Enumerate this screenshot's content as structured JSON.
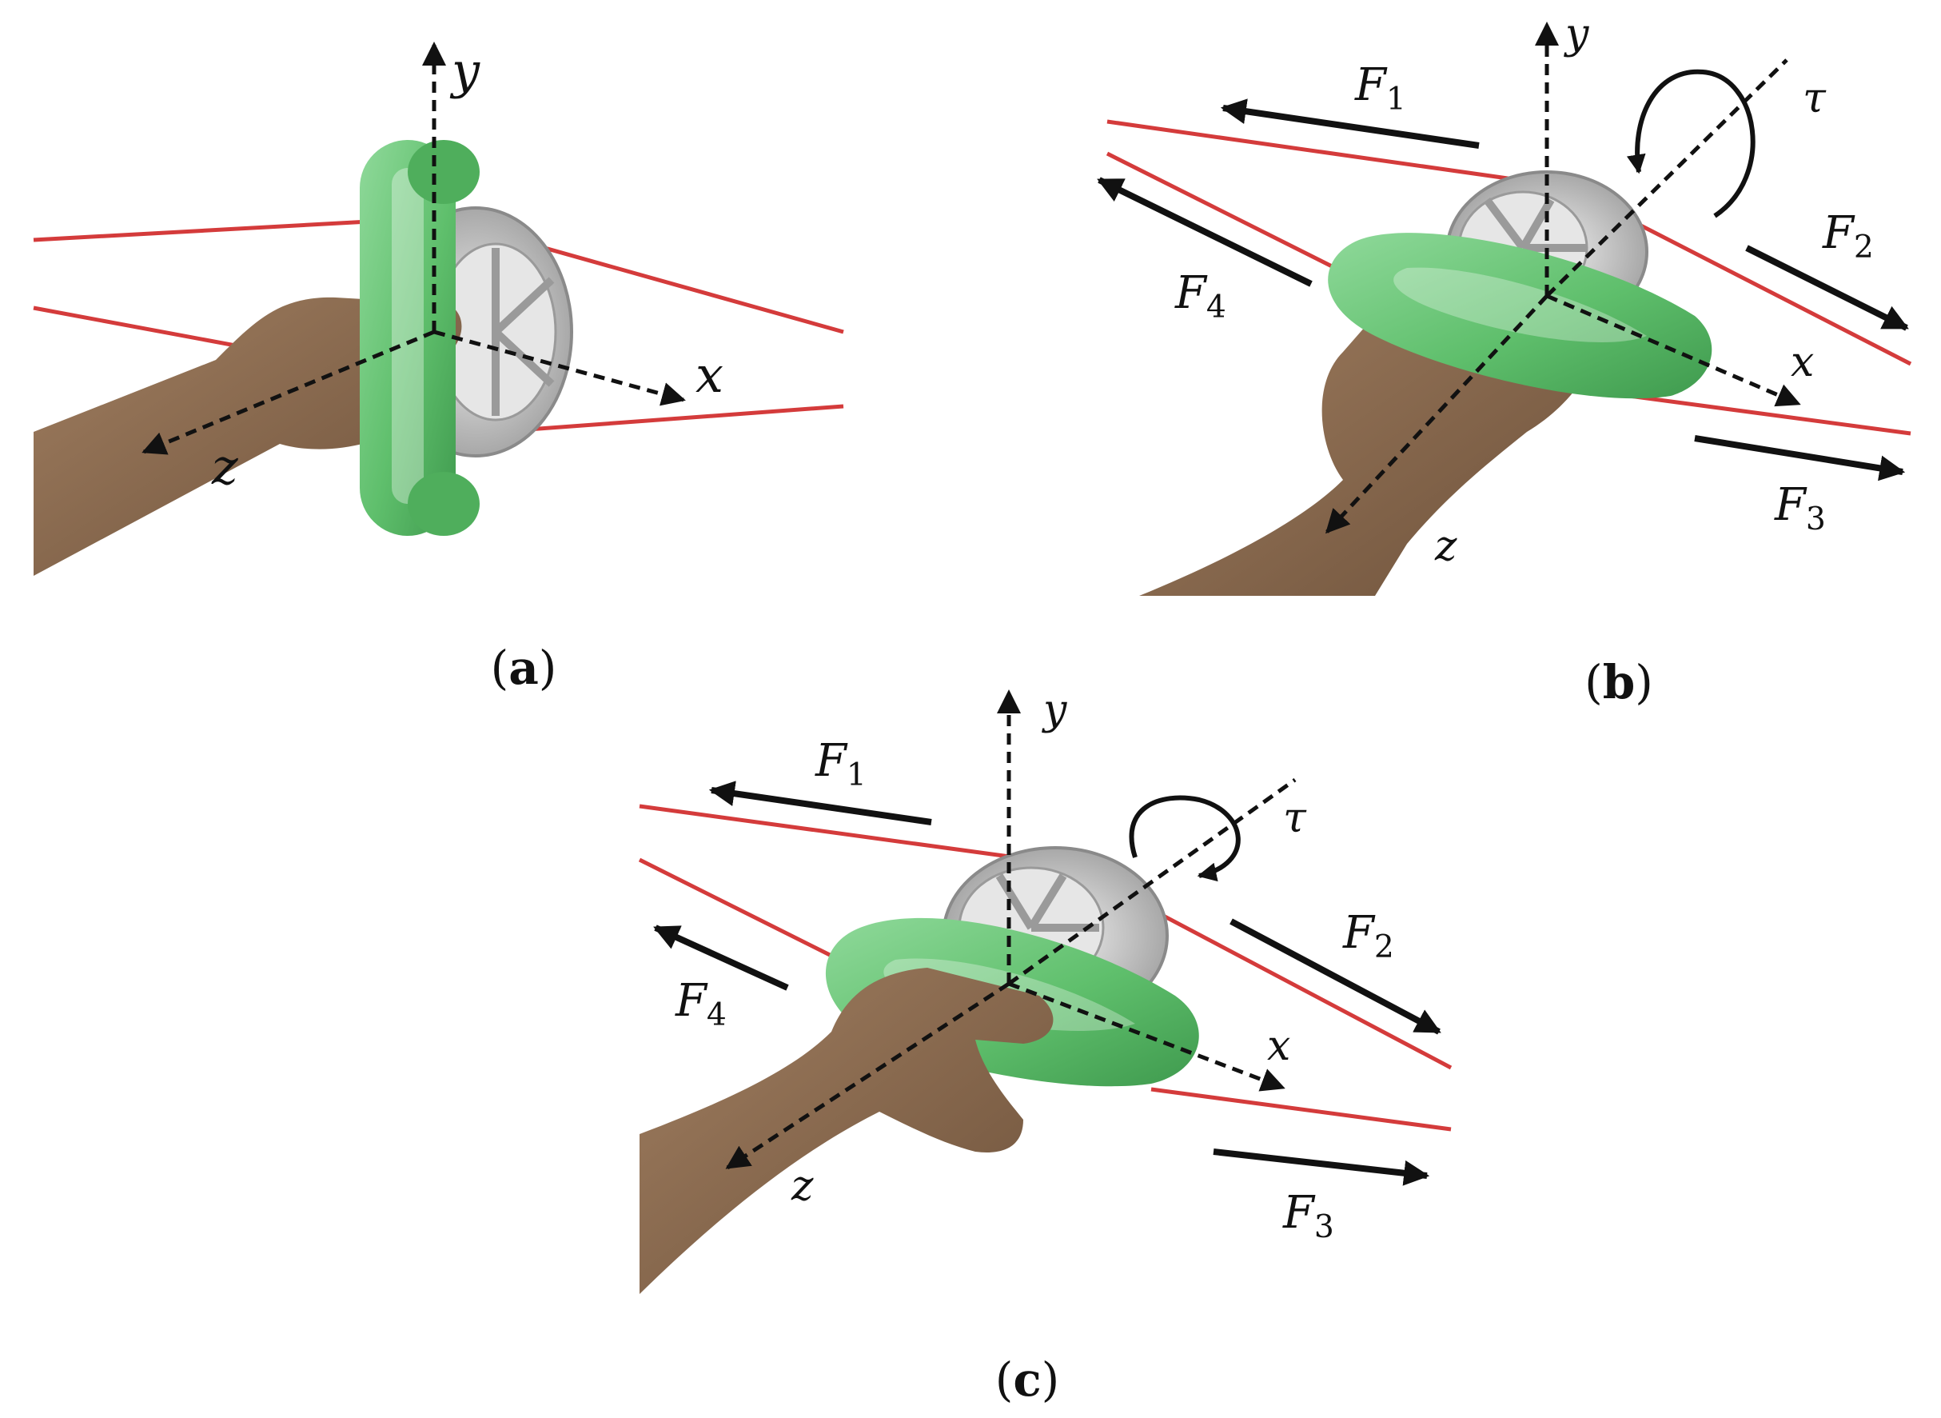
{
  "panels": [
    {
      "caption": {
        "open": "(",
        "letter": "a",
        "close": ")"
      },
      "axes": {
        "x": "x",
        "y": "y",
        "z": "z"
      }
    },
    {
      "caption": {
        "open": "(",
        "letter": "b",
        "close": ")"
      },
      "axes": {
        "x": "x",
        "y": "y",
        "z": "z"
      },
      "torque": "τ",
      "forces": [
        {
          "base": "F",
          "sub": "1"
        },
        {
          "base": "F",
          "sub": "2"
        },
        {
          "base": "F",
          "sub": "3"
        },
        {
          "base": "F",
          "sub": "4"
        }
      ]
    },
    {
      "caption": {
        "open": "(",
        "letter": "c",
        "close": ")"
      },
      "axes": {
        "x": "x",
        "y": "y",
        "z": "z"
      },
      "torque": "τ",
      "forces": [
        {
          "base": "F",
          "sub": "1"
        },
        {
          "base": "F",
          "sub": "2"
        },
        {
          "base": "F",
          "sub": "3"
        },
        {
          "base": "F",
          "sub": "4"
        }
      ]
    }
  ],
  "colors": {
    "cable": "#d43b3b",
    "handle": "#5fbf6c",
    "handle_dark": "#3f9a4e",
    "skin": "#8b6a4e",
    "skin_dark": "#6e523b",
    "pulley": "#cfcfcf",
    "pulley_dark": "#9a9a9a",
    "ink": "#111111"
  }
}
